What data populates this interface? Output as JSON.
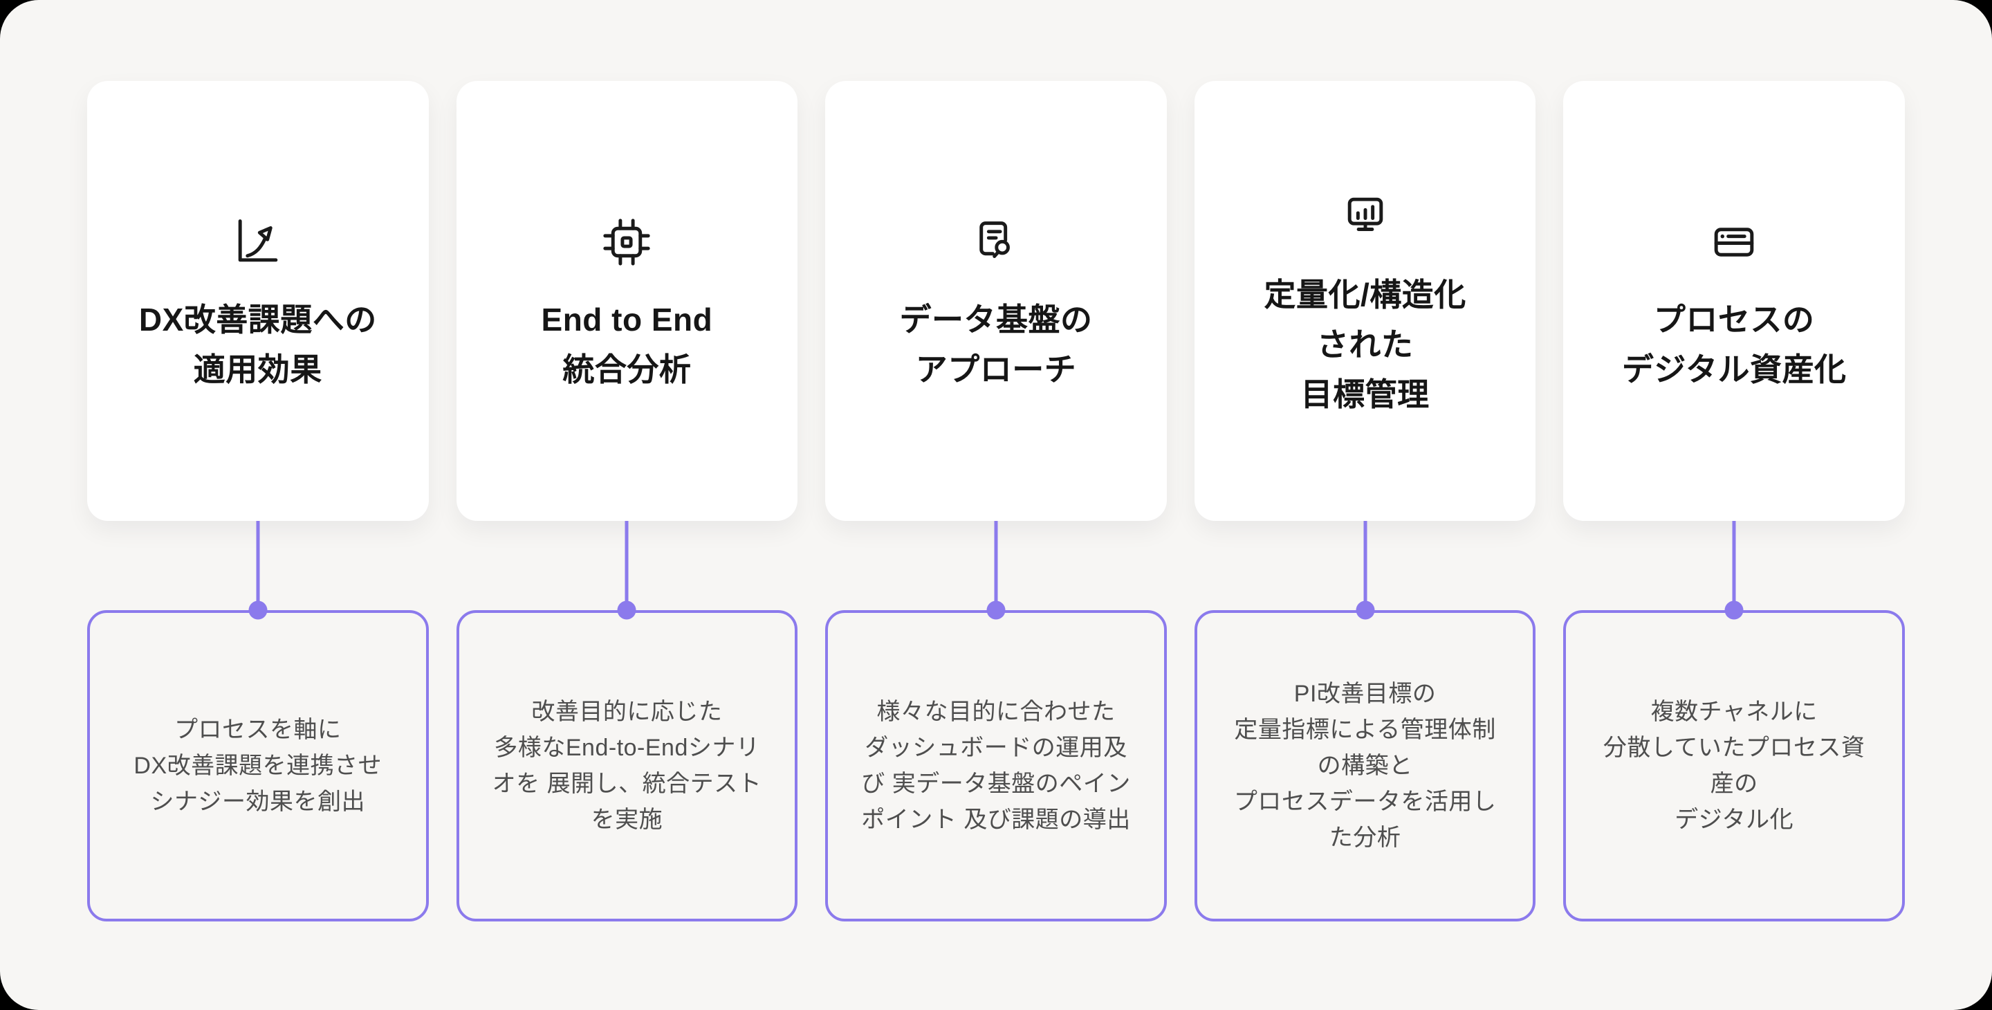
{
  "page": {
    "background_color": "#f7f6f4",
    "accent_color": "#8b7aec",
    "title_color": "#161616",
    "description_color": "#4e4e4e"
  },
  "columns": [
    {
      "icon": "growth-chart-icon",
      "title_lines": [
        "DX改善課題への",
        "適用効果"
      ],
      "description_lines": [
        "プロセスを軸に",
        "DX改善課題を連携させ",
        "シナジー効果を創出"
      ]
    },
    {
      "icon": "cpu-chip-icon",
      "title_lines": [
        "End to End",
        "統合分析"
      ],
      "description_lines": [
        "改善目的に応じた",
        "多様なEnd-to-Endシナリ",
        "オを 展開し、統合テスト",
        "を実施"
      ]
    },
    {
      "icon": "document-search-icon",
      "title_lines": [
        "データ基盤の",
        "アプローチ"
      ],
      "description_lines": [
        "様々な目的に合わせた",
        "ダッシュボードの運用及",
        "び 実データ基盤のペイン",
        "ポイント 及び課題の導出"
      ]
    },
    {
      "icon": "monitor-chart-icon",
      "title_lines": [
        "定量化/構造化",
        "された",
        "目標管理"
      ],
      "description_lines": [
        "PI改善目標の",
        "定量指標による管理体制",
        "の構築と",
        "プロセスデータを活用し",
        "た分析"
      ]
    },
    {
      "icon": "digital-card-icon",
      "title_lines": [
        "プロセスの",
        "デジタル資産化"
      ],
      "description_lines": [
        "複数チャネルに",
        "分散していたプロセス資",
        "産の",
        "デジタル化"
      ]
    }
  ]
}
